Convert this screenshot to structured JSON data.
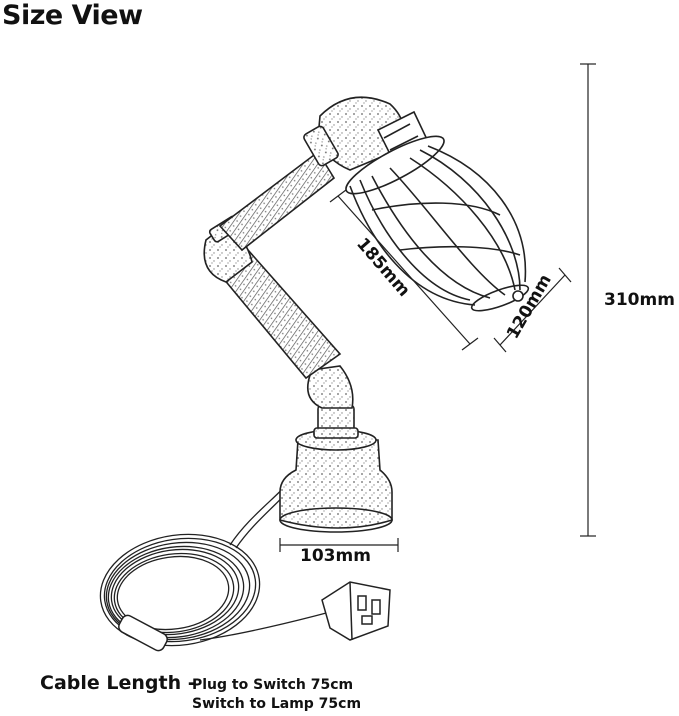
{
  "title": "Size View",
  "dimensions": {
    "height": "310mm",
    "arm_length": "185mm",
    "cage_diameter": "120mm",
    "base_diameter": "103mm"
  },
  "cable": {
    "label": "Cable Length -",
    "line1": "Plug to Switch 75cm",
    "line2": "Switch to Lamp 75cm"
  }
}
